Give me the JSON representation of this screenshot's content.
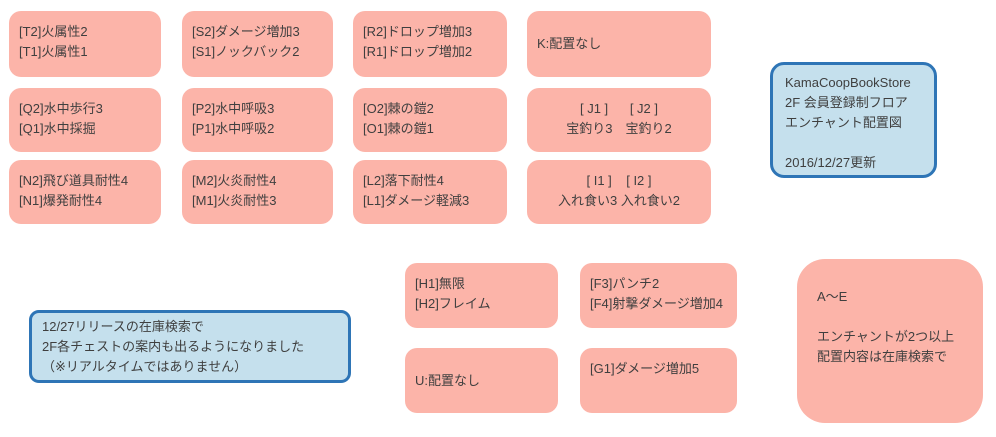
{
  "title": "KamaCoopBookStore 2F エンチャント配置図",
  "colors": {
    "pink_fill": "#FCB4A9",
    "blue_fill": "#C5E0ED",
    "blue_border": "#2E75B6",
    "text_color": "#3F3F3F",
    "background": "#FFFFFF"
  },
  "boxes": {
    "T": {
      "lines": [
        "[T2]火属性2",
        "[T1]火属性1"
      ]
    },
    "S": {
      "lines": [
        "[S2]ダメージ増加3",
        "[S1]ノックバック2"
      ]
    },
    "R": {
      "lines": [
        "[R2]ドロップ増加3",
        "[R1]ドロップ増加2"
      ]
    },
    "K": {
      "lines": [
        "K:配置なし"
      ]
    },
    "Q": {
      "lines": [
        "[Q2]水中歩行3",
        "[Q1]水中採掘"
      ]
    },
    "P": {
      "lines": [
        "[P2]水中呼吸3",
        "[P1]水中呼吸2"
      ]
    },
    "O": {
      "lines": [
        "[O2]棘の鎧2",
        "[O1]棘の鎧1"
      ]
    },
    "J": {
      "lines": [
        "[ J1 ]      [ J2 ]",
        "宝釣り3　宝釣り2"
      ]
    },
    "N": {
      "lines": [
        "[N2]飛び道具耐性4",
        "[N1]爆発耐性4"
      ]
    },
    "M": {
      "lines": [
        "[M2]火炎耐性4",
        "[M1]火炎耐性3"
      ]
    },
    "L": {
      "lines": [
        "[L2]落下耐性4",
        "[L1]ダメージ軽減3"
      ]
    },
    "I": {
      "lines": [
        "[ I1 ]    [ I2 ]",
        "入れ食い3 入れ食い2"
      ]
    },
    "H": {
      "lines": [
        "[H1]無限",
        "[H2]フレイム"
      ]
    },
    "F": {
      "lines": [
        "[F3]パンチ2",
        "[F4]射撃ダメージ増加4"
      ]
    },
    "U": {
      "lines": [
        "U:配置なし"
      ]
    },
    "G": {
      "lines": [
        "[G1]ダメージ増加5"
      ]
    },
    "AE": {
      "lines": [
        "A～E",
        "",
        "エンチャントが2つ以上",
        "配置内容は在庫検索で"
      ]
    }
  },
  "info_box": {
    "lines": [
      "KamaCoopBookStore",
      "2F 会員登録制フロア",
      "エンチャント配置図",
      "",
      "2016/12/27更新"
    ]
  },
  "notice_box": {
    "lines": [
      "12/27リリースの在庫検索で",
      "2F各チェストの案内も出るようになりました",
      "（※リアルタイムではありません）"
    ]
  }
}
